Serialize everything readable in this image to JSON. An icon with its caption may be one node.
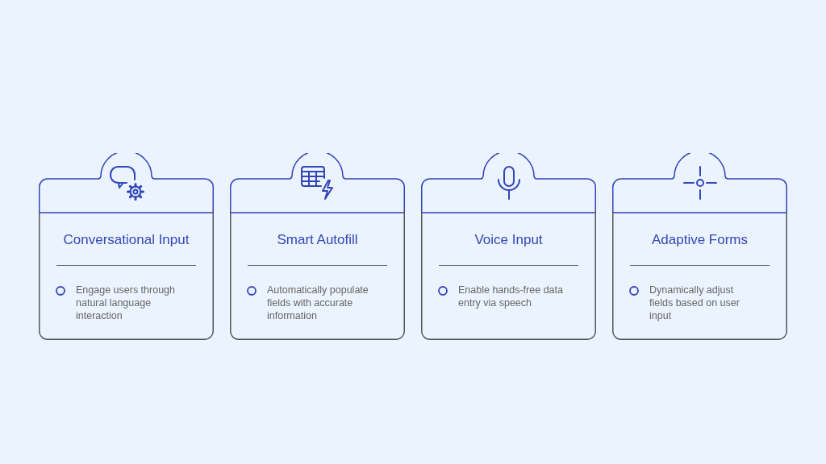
{
  "diagram": {
    "nodes": [
      {
        "text": [
          "Conversational Input",
          "Engage users through natural language interaction"
        ]
      },
      {
        "text": [
          "Smart Autofill",
          "Automatically populate fields with accurate information"
        ]
      },
      {
        "text": [
          "Voice Input",
          "Enable hands-free data entry via speech"
        ]
      },
      {
        "text": [
          "Adaptive Forms",
          "Dynamically adjust fields based on user input"
        ]
      }
    ]
  }
}
